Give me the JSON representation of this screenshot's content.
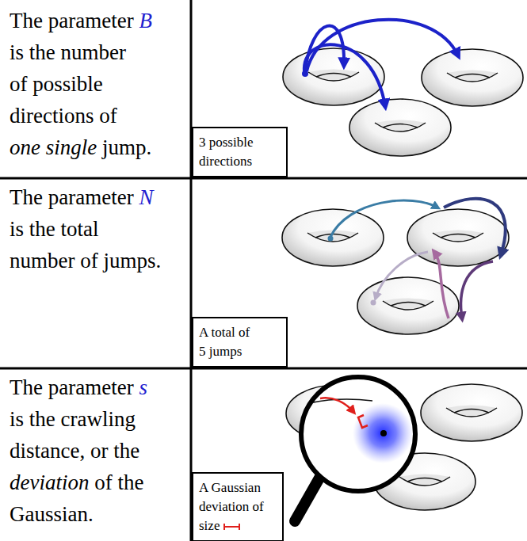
{
  "diagram": {
    "nodes": [
      {
        "text": [
          "3 possible directions"
        ]
      },
      {
        "text": [
          "A total of 5 jumps"
        ]
      },
      {
        "text": [
          "A Gaussian deviation of size"
        ]
      }
    ],
    "labels": [
      "The parameter B is the number of possible directions of one single jump.",
      "The parameter N is the total number of jumps.",
      "The parameter s is the crawling distance, or the deviation of the Gaussian."
    ]
  }
}
